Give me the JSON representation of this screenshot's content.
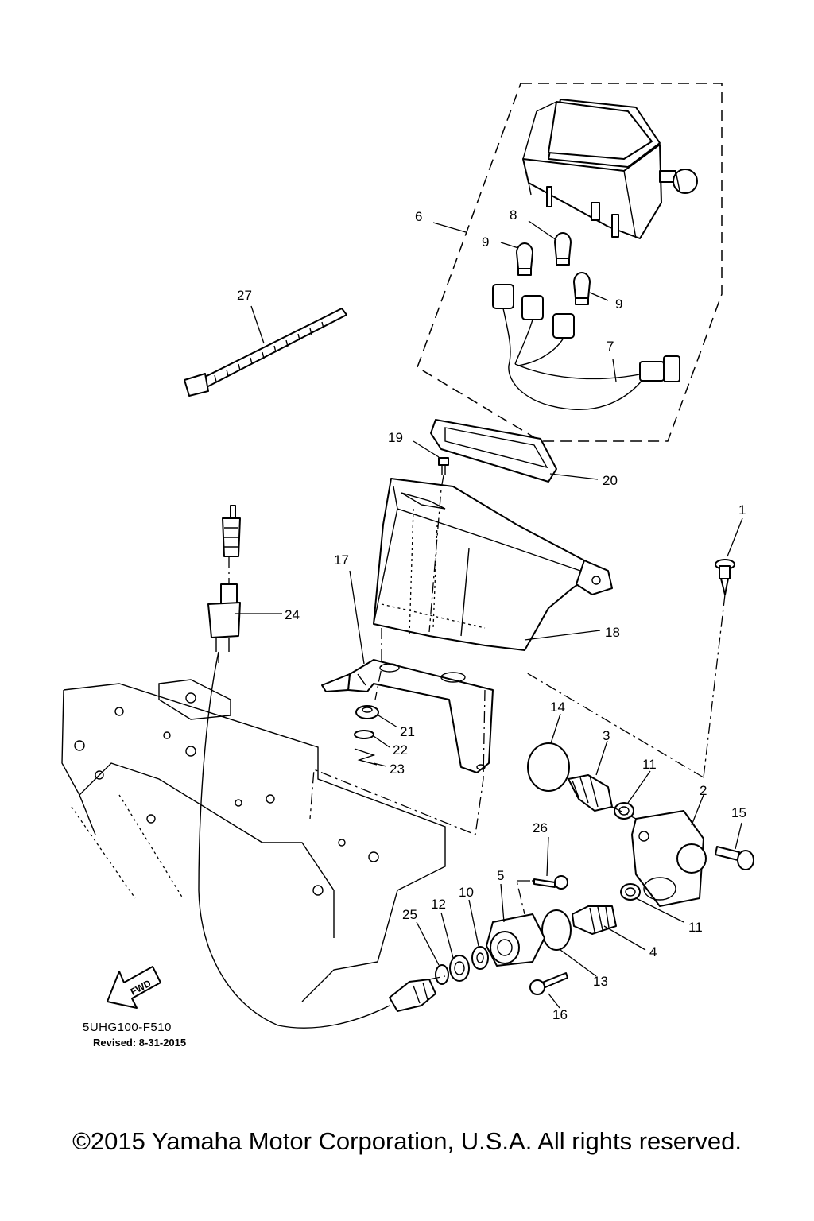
{
  "diagram": {
    "ref_code": "5UHG100-F510",
    "revised": "Revised: 8-31-2015",
    "copyright": "©2015 Yamaha Motor Corporation, U.S.A. All rights reserved.",
    "fwd_label": "FWD",
    "callouts": {
      "c1": "1",
      "c2": "2",
      "c3": "3",
      "c4": "4",
      "c5": "5",
      "c6": "6",
      "c7": "7",
      "c8": "8",
      "c9a": "9",
      "c9b": "9",
      "c10": "10",
      "c11a": "11",
      "c11b": "11",
      "c12": "12",
      "c13": "13",
      "c14": "14",
      "c15": "15",
      "c16": "16",
      "c17": "17",
      "c18": "18",
      "c19": "19",
      "c20": "20",
      "c21": "21",
      "c22": "22",
      "c23": "23",
      "c24": "24",
      "c25": "25",
      "c26": "26",
      "c27": "27"
    }
  }
}
